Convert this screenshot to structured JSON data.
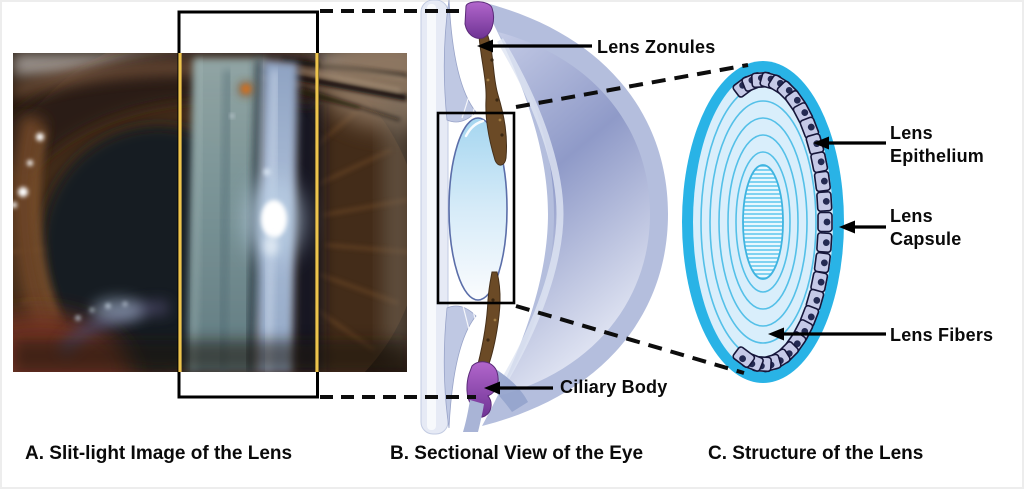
{
  "figure": {
    "background": "#ffffff",
    "panels": {
      "a": {
        "caption": "A. Slit-light Image of the Lens",
        "highlight_line_color": "#eec44c",
        "outline_color": "#000000"
      },
      "b": {
        "caption": "B. Sectional View of the Eye",
        "labels": {
          "lens_zonules": "Lens Zonules",
          "ciliary_body": "Ciliary Body"
        },
        "ciliary_body_color": "#8a4aa8",
        "zonule_strand_color": "#6b4a26"
      },
      "c": {
        "caption": "C. Structure of the Lens",
        "labels": {
          "lens_epithelium": [
            "Lens",
            "Epithelium"
          ],
          "lens_capsule": [
            "Lens",
            "Capsule"
          ],
          "lens_fibers": "Lens Fibers"
        },
        "capsule_color": "#29b3e6",
        "fiber_fill": "#d9eefb",
        "ring_stroke": "#54c0e8",
        "epithelium": {
          "cell_count": 27,
          "cell_fill": "#c5c9e7",
          "cell_stroke": "#16163a",
          "nucleus_color": "#242a52"
        }
      }
    }
  }
}
